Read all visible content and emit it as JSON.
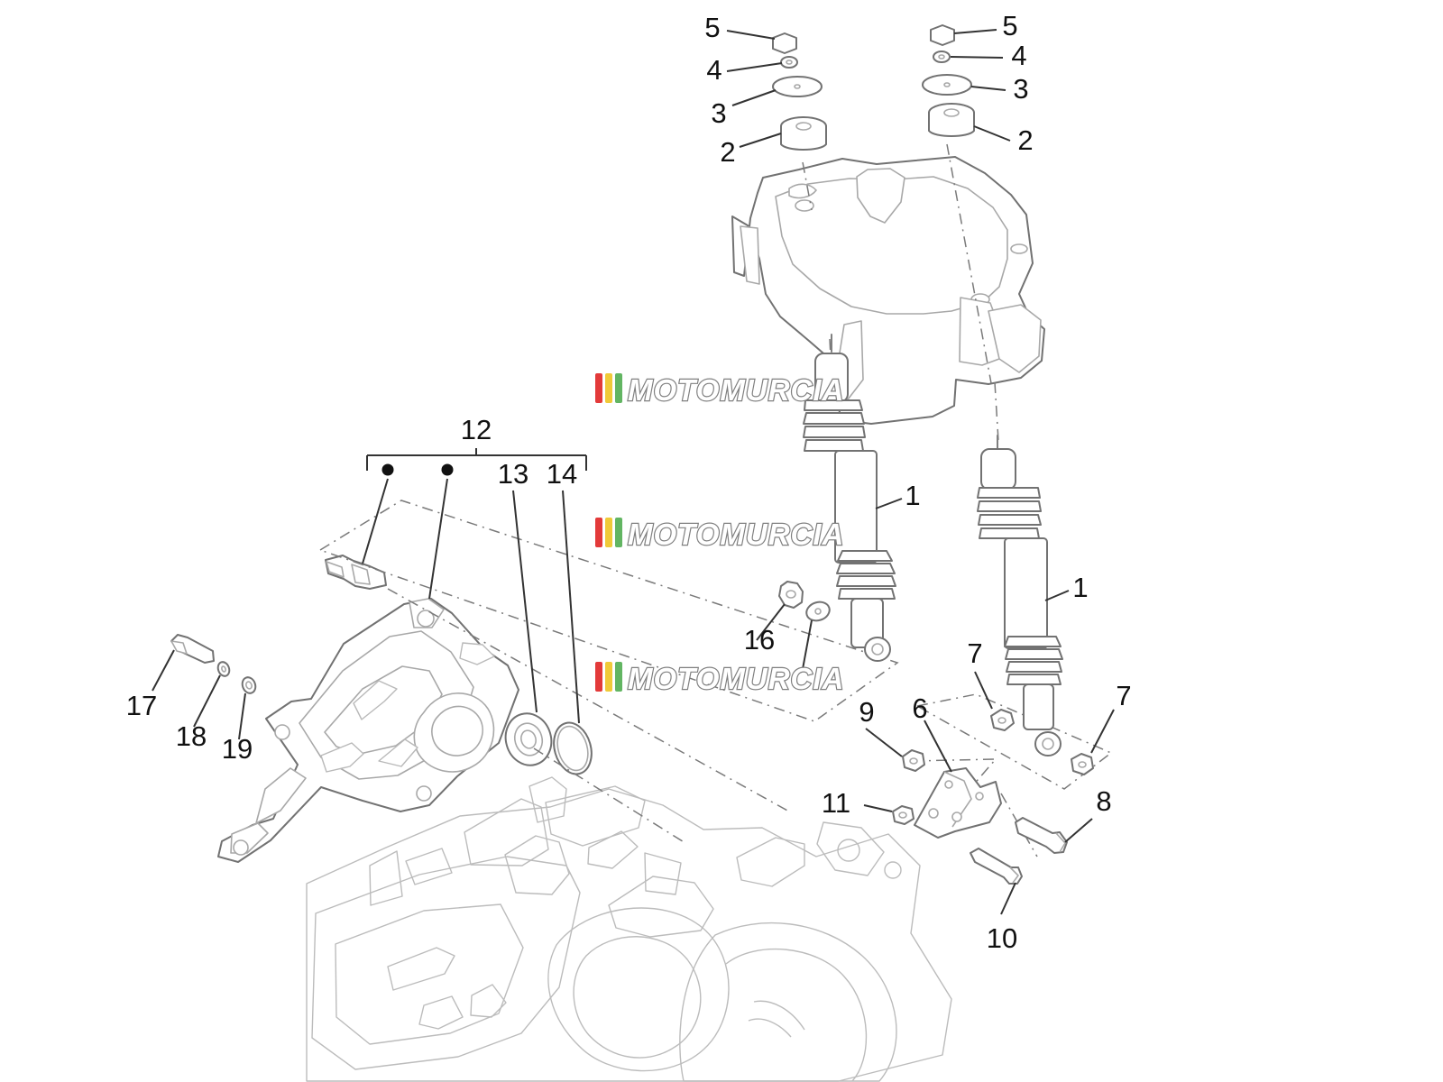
{
  "callouts": {
    "c1a": "1",
    "c1b": "1",
    "c2a": "2",
    "c2b": "2",
    "c3a": "3",
    "c3b": "3",
    "c4a": "4",
    "c4b": "4",
    "c5a": "5",
    "c5b": "5",
    "c6": "6",
    "c7a": "7",
    "c7b": "7",
    "c8": "8",
    "c9": "9",
    "c10": "10",
    "c11": "11",
    "c12": "12",
    "c13": "13",
    "c14": "14",
    "c16": "16",
    "c17": "17",
    "c18": "18",
    "c19": "19"
  },
  "watermark": {
    "text": "MOTOMURCIA"
  },
  "colors": {
    "line": "#7f7f7f",
    "text": "#111111",
    "watermark_red": "#e33a3a",
    "watermark_yellow": "#f0ca39",
    "watermark_green": "#62b562"
  }
}
